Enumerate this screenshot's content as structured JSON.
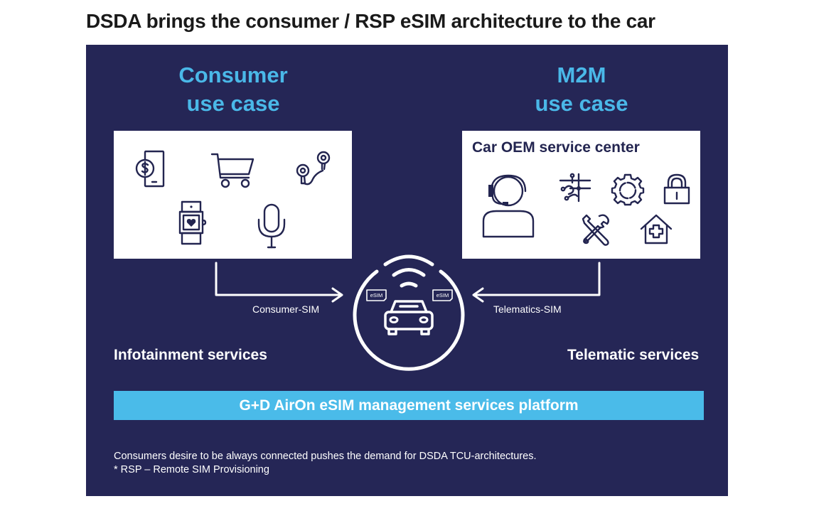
{
  "title": "DSDA brings the consumer / RSP eSIM architecture to the car",
  "consumer": {
    "heading_line1": "Consumer",
    "heading_line2": "use case",
    "icons": [
      "mobile-payment-icon",
      "shopping-cart-icon",
      "earphones-icon",
      "smartwatch-heart-icon",
      "microphone-icon"
    ],
    "sim_label": "Consumer-SIM",
    "services_label": "Infotainment services"
  },
  "m2m": {
    "heading_line1": "M2M",
    "heading_line2": "use case",
    "box_title": "Car OEM service center",
    "icons": [
      "headset-agent-icon",
      "circuit-icon",
      "gear-icon",
      "padlock-icon",
      "tools-icon",
      "house-medical-icon"
    ],
    "sim_label": "Telematics-SIM",
    "services_label": "Telematic services"
  },
  "car_hub": {
    "icons": [
      "wifi-signal-icon",
      "car-icon",
      "esim-chip-icon"
    ],
    "esim_left": "eSIM",
    "esim_right": "eSIM"
  },
  "platform_label": "G+D AirOn eSIM management services platform",
  "footnote_line1": "Consumers desire to be always connected pushes the demand for DSDA TCU-architectures.",
  "footnote_line2": "* RSP – Remote SIM Provisioning",
  "colors": {
    "panel": "#252656",
    "accent": "#4ab8e8",
    "platform_bar": "#4abbe9",
    "icon_stroke": "#232550"
  }
}
